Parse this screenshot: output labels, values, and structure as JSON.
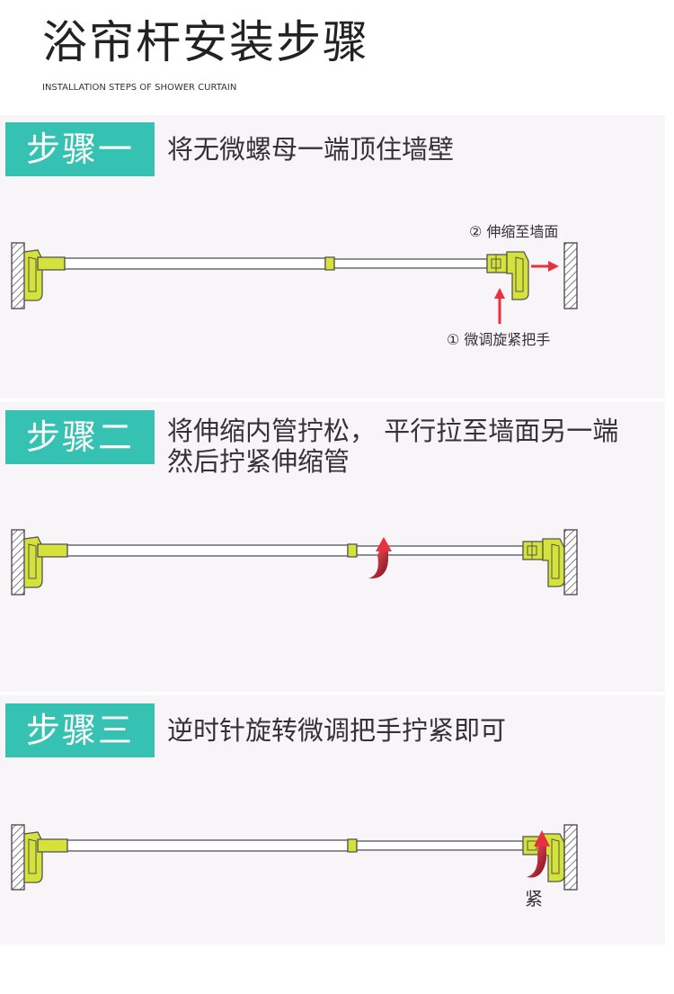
{
  "header": {
    "title": "浴帘杆安装步骤",
    "subtitle": "INSTALLATION STEPS OF SHOWER CURTAIN"
  },
  "steps": [
    {
      "badge": "步骤一",
      "text_lines": [
        "将无微螺母一端顶住墙壁"
      ],
      "annotations": {
        "top": "② 伸缩至墙面",
        "bottom": "① 微调旋紧把手"
      }
    },
    {
      "badge": "步骤二",
      "text_lines": [
        "将伸缩内管拧松， 平行拉至墙面另一端",
        "然后拧紧伸缩管"
      ]
    },
    {
      "badge": "步骤三",
      "text_lines": [
        "逆时针旋转微调把手拧紧即可"
      ],
      "annotations": {
        "tighten": "紧"
      }
    }
  ],
  "colors": {
    "accent": "#36c2b2",
    "panel": "#f7f5f8",
    "bracket": "#d4e23a",
    "arrow": "#e8303f"
  }
}
